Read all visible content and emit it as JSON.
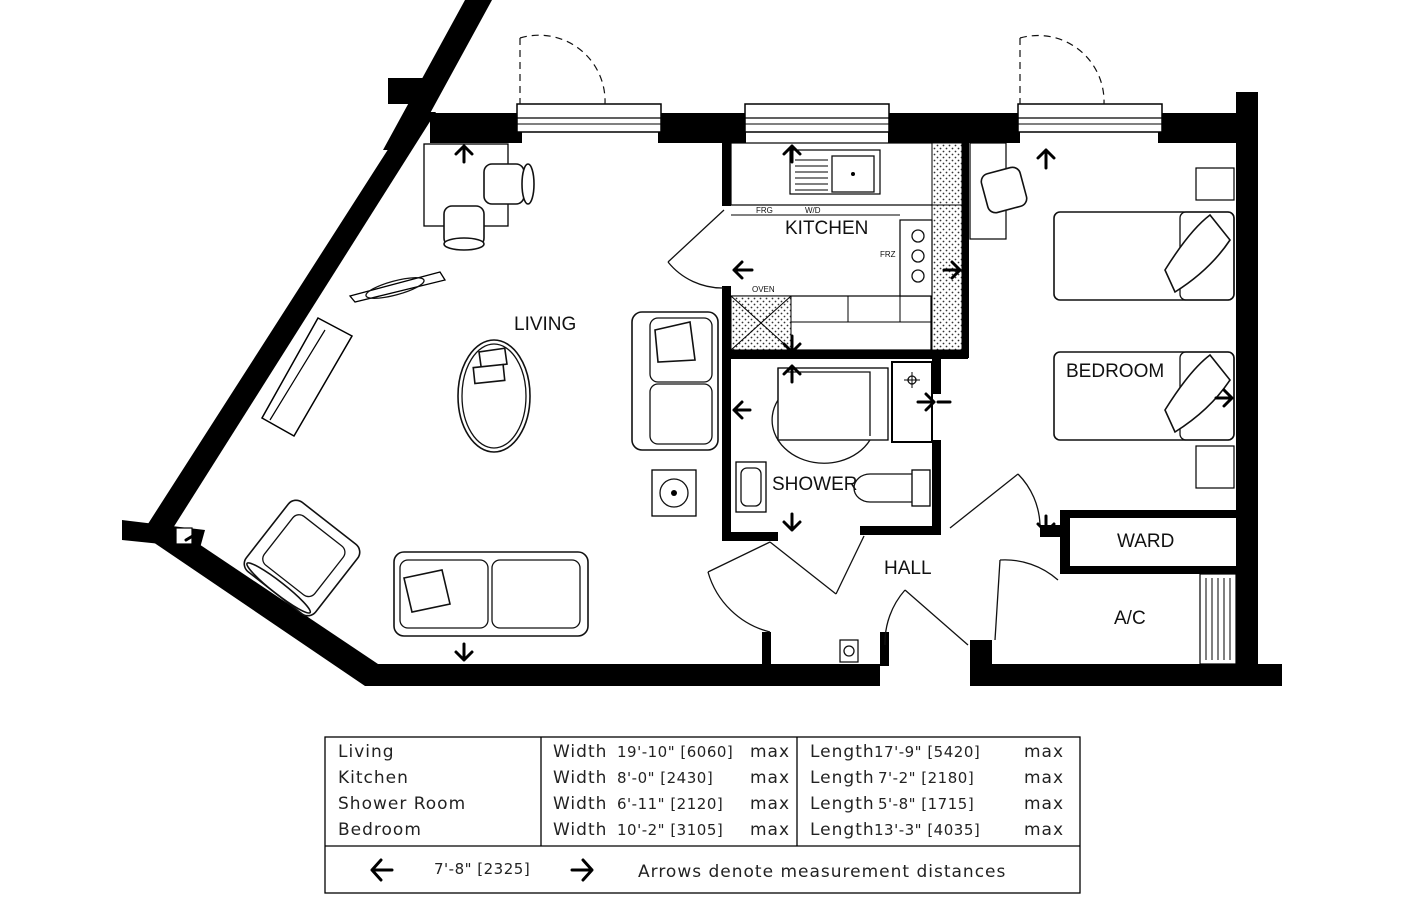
{
  "rooms": {
    "living": "LIVING",
    "kitchen": "KITCHEN",
    "bedroom": "BEDROOM",
    "shower": "SHOWER",
    "hall": "HALL",
    "ward": "WARD",
    "ac": "A/C"
  },
  "appliances": {
    "frg": "FRG",
    "wd": "W/D",
    "frz": "FRZ",
    "oven": "OVEN"
  },
  "legend": {
    "rows": [
      {
        "room": "Living",
        "width_label": "Width",
        "width": "19'-10\" [6060]",
        "width_max": "max",
        "length_label": "Length",
        "length": "17'-9\" [5420]",
        "length_max": "max"
      },
      {
        "room": "Kitchen",
        "width_label": "Width",
        "width": "8'-0\" [2430]",
        "width_max": "max",
        "length_label": "Length",
        "length": "7'-2\" [2180]",
        "length_max": "max"
      },
      {
        "room": "Shower Room",
        "width_label": "Width",
        "width": "6'-11\" [2120]",
        "width_max": "max",
        "length_label": "Length",
        "length": "5'-8\" [1715]",
        "length_max": "max"
      },
      {
        "room": "Bedroom",
        "width_label": "Width",
        "width": "10'-2\" [3105]",
        "width_max": "max",
        "length_label": "Length",
        "length": "13'-3\" [4035]",
        "length_max": "max"
      }
    ],
    "example_measure": "7'-8\" [2325]",
    "note": "Arrows denote measurement distances"
  }
}
